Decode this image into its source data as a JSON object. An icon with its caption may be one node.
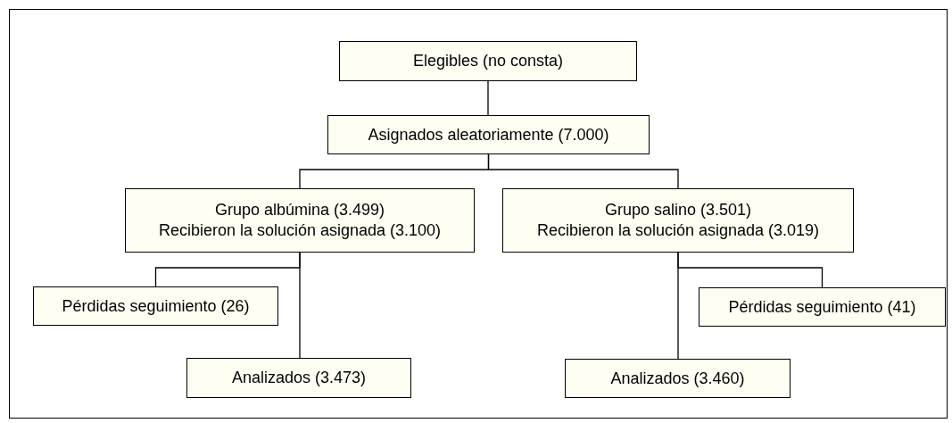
{
  "diagram": {
    "nodes": [
      {
        "text": [
          "Elegibles (no consta)"
        ]
      },
      {
        "text": [
          "Asignados aleatoriamente (7.000)"
        ]
      },
      {
        "text": [
          "Grupo albúmina (3.499)",
          "Recibieron la solución asignada (3.100)"
        ]
      },
      {
        "text": [
          "Grupo salino (3.501)",
          "Recibieron la solución asignada (3.019)"
        ]
      },
      {
        "text": [
          "Pérdidas seguimiento (26)"
        ]
      },
      {
        "text": [
          "Analizados (3.473)"
        ]
      },
      {
        "text": [
          "Pérdidas seguimiento (41)"
        ]
      },
      {
        "text": [
          "Analizados (3.460)"
        ]
      }
    ],
    "edges": [
      {
        "from": 0,
        "to": 1,
        "arrow": "none"
      },
      {
        "from": 1,
        "to": 2,
        "arrow": "none"
      },
      {
        "from": 1,
        "to": 3,
        "arrow": "none"
      },
      {
        "from": 2,
        "to": 4,
        "arrow": "none"
      },
      {
        "from": 2,
        "to": 5,
        "arrow": "none"
      },
      {
        "from": 3,
        "to": 6,
        "arrow": "none"
      },
      {
        "from": 3,
        "to": 7,
        "arrow": "none"
      }
    ]
  }
}
